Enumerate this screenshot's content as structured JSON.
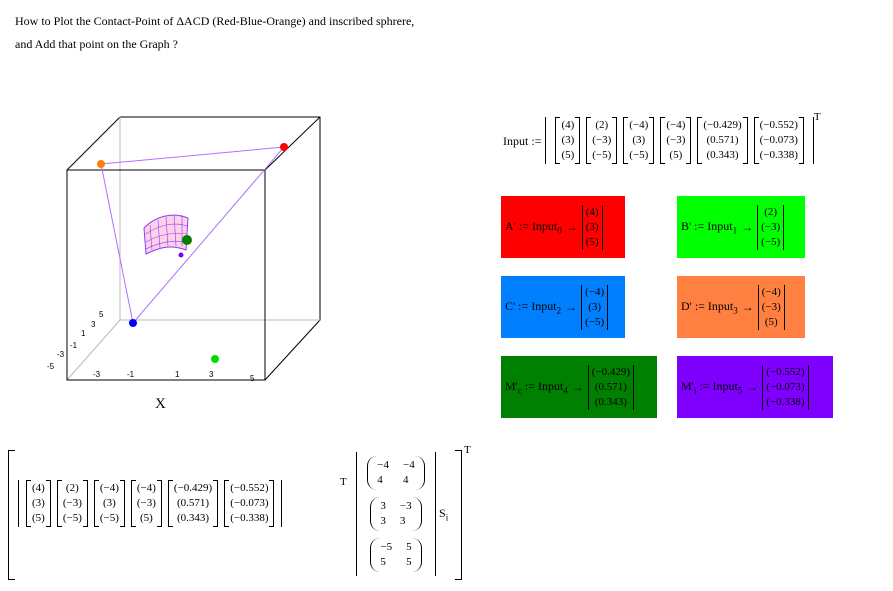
{
  "question": {
    "line1": "How to Plot the Contact-Point of ΔACD (Red-Blue-Orange) and inscribed sphrere,",
    "line2": "and Add that point on the Graph ?"
  },
  "plot": {
    "x_axis_label": "X",
    "ticks_x": [
      "-3",
      "-1",
      "1",
      "3",
      "5"
    ],
    "ticks_y": [
      "-5",
      "-3",
      "-1",
      "1",
      "3",
      "5"
    ],
    "points": {
      "red": "#ff0000",
      "blue": "#0000ff",
      "orange": "#ff8000",
      "green": "#00dd00",
      "darkgreen": "#007f00",
      "purple": "#7f00ff"
    }
  },
  "input_def": {
    "label": "Input :=",
    "transpose": "T",
    "vectors": [
      [
        "(4)",
        "(3)",
        "(5)"
      ],
      [
        "(2)",
        "(−3)",
        "(−5)"
      ],
      [
        "(−4)",
        "(3)",
        "(−5)"
      ],
      [
        "(−4)",
        "(−3)",
        "(5)"
      ],
      [
        "(−0.429)",
        "(0.571)",
        "(0.343)"
      ],
      [
        "(−0.552)",
        "(−0.073)",
        "(−0.338)"
      ]
    ]
  },
  "boxes": [
    {
      "label": "A' := Input",
      "sub": "0",
      "color": "#ff0000",
      "values": [
        "(4)",
        "(3)",
        "(5)"
      ]
    },
    {
      "label": "B' := Input",
      "sub": "1",
      "color": "#00ff00",
      "values": [
        "(2)",
        "(−3)",
        "(−5)"
      ]
    },
    {
      "label": "C' := Input",
      "sub": "2",
      "color": "#0080ff",
      "values": [
        "(−4)",
        "(3)",
        "(−5)"
      ]
    },
    {
      "label": "D' := Input",
      "sub": "3",
      "color": "#ff8040",
      "values": [
        "(−4)",
        "(−3)",
        "(5)"
      ]
    },
    {
      "label": "M'",
      "sub": "c",
      "label2": " := Input",
      "sub2": "4",
      "color": "#008000",
      "values": [
        "(−0.429)",
        "(0.571)",
        "(0.343)"
      ]
    },
    {
      "label": "M'",
      "sub": "i",
      "label2": " := Input",
      "sub2": "5",
      "color": "#8000ff",
      "values": [
        "(−0.552)",
        "(−0.073)",
        "(−0.338)"
      ]
    }
  ],
  "arrow": "→",
  "bottom": {
    "vectors": [
      [
        "(4)",
        "(3)",
        "(5)"
      ],
      [
        "(2)",
        "(−3)",
        "(−5)"
      ],
      [
        "(−4)",
        "(3)",
        "(−5)"
      ],
      [
        "(−4)",
        "(−3)",
        "(5)"
      ],
      [
        "(−0.429)",
        "(0.571)",
        "(0.343)"
      ],
      [
        "(−0.552)",
        "(−0.073)",
        "(−0.338)"
      ]
    ],
    "transpose": "T",
    "matrices": [
      [
        [
          "−4",
          "−4"
        ],
        [
          "4",
          "4"
        ]
      ],
      [
        [
          "3",
          "−3"
        ],
        [
          "3",
          "3"
        ]
      ],
      [
        [
          "−5",
          "5"
        ],
        [
          "5",
          "5"
        ]
      ]
    ],
    "s_label": "S",
    "s_sub": "i",
    "outer_transpose": "T"
  }
}
